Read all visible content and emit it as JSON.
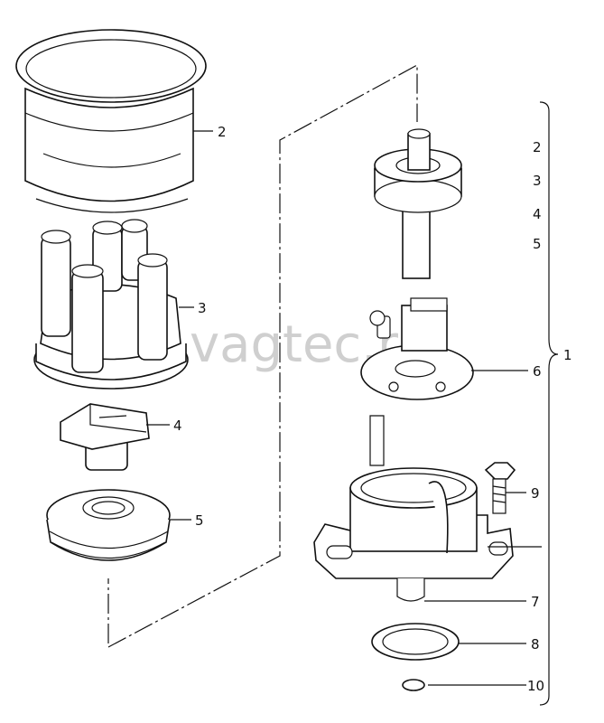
{
  "watermark": "vagtec.ru",
  "callouts": {
    "cap": "2",
    "distributor_cap": "3",
    "rotor": "4",
    "shield": "5",
    "list_2": "2",
    "list_3": "3",
    "list_4": "4",
    "list_5": "5",
    "assembly": "1",
    "hall_sender": "6",
    "bolt": "9",
    "drive": "7",
    "o_ring": "8",
    "small_ring": "10"
  }
}
